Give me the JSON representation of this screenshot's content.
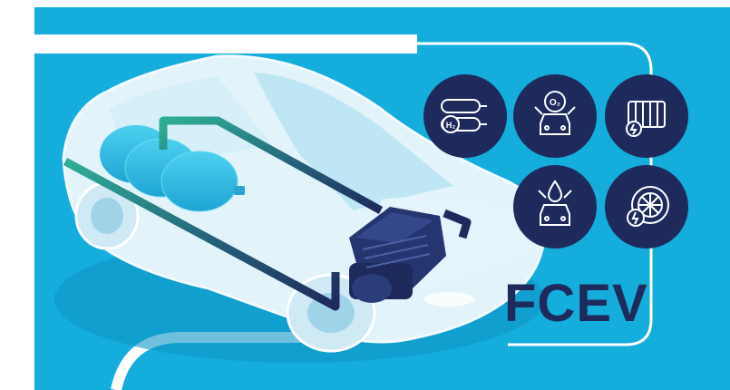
{
  "headline": "FCEV",
  "colors": {
    "background": "#14addc",
    "navy": "#1e2a5c",
    "white": "#ffffff",
    "teal_pipe": "#2fae96",
    "tank_blue": "#28bde6",
    "car_body": "#eef8fc",
    "car_glass": "#bfe6f4"
  },
  "icons": [
    {
      "id": "hydrogen-tanks",
      "icon": "hydrogen-tank-icon",
      "label": "H₂"
    },
    {
      "id": "oxygen-intake",
      "icon": "oxygen-car-icon",
      "label": "O₂"
    },
    {
      "id": "fuel-cell-stack",
      "icon": "fuel-cell-stack-icon",
      "label": ""
    },
    {
      "id": "water-output",
      "icon": "water-car-icon",
      "label": ""
    },
    {
      "id": "electric-motor",
      "icon": "electric-motor-icon",
      "label": ""
    }
  ]
}
